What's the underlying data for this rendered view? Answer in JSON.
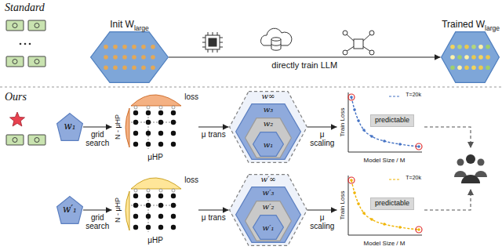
{
  "diagram": {
    "nodes": [
      {
        "text": [
          "Init W",
          "large"
        ]
      },
      {
        "text": [
          "Trained W",
          "large"
        ]
      },
      {
        "text": [
          "w₁"
        ]
      },
      {
        "text": [
          "loss",
          "N - μHP",
          "μHP"
        ]
      },
      {
        "text": [
          "w∞"
        ]
      },
      {
        "text": [
          "w₃"
        ],
        "in": 4
      },
      {
        "text": [
          "w₂"
        ],
        "in": 5
      },
      {
        "text": [
          "w₁"
        ],
        "in": 6
      },
      {
        "text": [
          "Train Loss",
          "Model Size / M",
          "T=20k"
        ]
      },
      {
        "text": [
          "predictable"
        ],
        "in": 8
      },
      {
        "text": [
          "w′₁"
        ]
      },
      {
        "text": [
          "loss",
          "N - μHP",
          "μHP"
        ]
      },
      {
        "text": [
          "w′∞"
        ]
      },
      {
        "text": [
          "w′₃"
        ],
        "in": 12
      },
      {
        "text": [
          "w′₂"
        ],
        "in": 13
      },
      {
        "text": [
          "w′₁"
        ],
        "in": 14
      },
      {
        "text": [
          "Train Loss",
          "Model Size / M",
          "T=20k"
        ]
      },
      {
        "text": [
          "predictable"
        ],
        "in": 16
      }
    ],
    "edges": [
      {
        "from": 0,
        "to": 1,
        "label": "directly train LLM",
        "arrow": "to"
      },
      {
        "from": 2,
        "to": 3,
        "label": "grid search",
        "arrow": "to"
      },
      {
        "from": 3,
        "to": 4,
        "label": "μ trans",
        "arrow": "to"
      },
      {
        "from": 4,
        "to": 8,
        "label": "μ scaling",
        "arrow": "to"
      },
      {
        "from": 10,
        "to": 11,
        "label": "grid search",
        "arrow": "to"
      },
      {
        "from": 11,
        "to": 12,
        "label": "μ trans",
        "arrow": "to"
      },
      {
        "from": 12,
        "to": 16,
        "label": "μ scaling",
        "arrow": "to"
      }
    ],
    "labels": [
      "Standard",
      "Ours"
    ]
  }
}
